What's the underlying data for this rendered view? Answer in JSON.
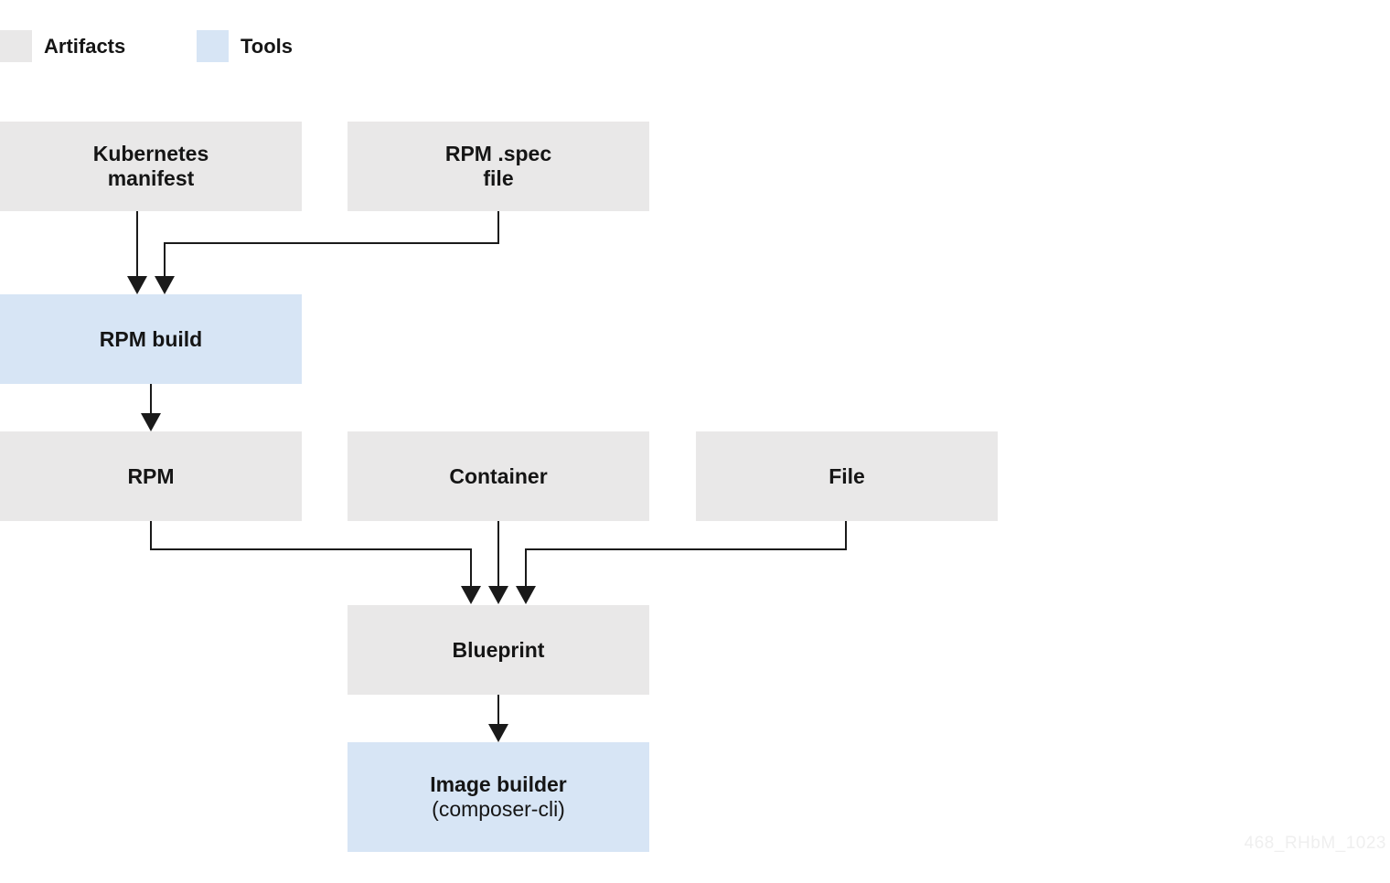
{
  "legend": {
    "artifacts_label": "Artifacts",
    "tools_label": "Tools"
  },
  "colors": {
    "artifact_fill": "#e9e8e8",
    "tool_fill": "#d7e5f5",
    "line": "#1a1a1a",
    "text": "#151515",
    "watermark": "#efefef",
    "background": "#ffffff"
  },
  "nodes": {
    "kubernetes_manifest": {
      "line1": "Kubernetes",
      "line2": "manifest",
      "type": "artifact"
    },
    "rpm_spec_file": {
      "line1": "RPM .spec",
      "line2": "file",
      "type": "artifact"
    },
    "rpm_build": {
      "line1": "RPM build",
      "type": "tool"
    },
    "rpm": {
      "line1": "RPM",
      "type": "artifact"
    },
    "container": {
      "line1": "Container",
      "type": "artifact"
    },
    "file": {
      "line1": "File",
      "type": "artifact"
    },
    "blueprint": {
      "line1": "Blueprint",
      "type": "artifact"
    },
    "image_builder": {
      "line1": "Image builder",
      "line2": "(composer-cli)",
      "type": "tool"
    }
  },
  "edges": [
    {
      "from": "kubernetes_manifest",
      "to": "rpm_build"
    },
    {
      "from": "rpm_spec_file",
      "to": "rpm_build"
    },
    {
      "from": "rpm_build",
      "to": "rpm"
    },
    {
      "from": "rpm",
      "to": "blueprint"
    },
    {
      "from": "container",
      "to": "blueprint"
    },
    {
      "from": "file",
      "to": "blueprint"
    },
    {
      "from": "blueprint",
      "to": "image_builder"
    }
  ],
  "watermark": "468_RHbM_1023"
}
